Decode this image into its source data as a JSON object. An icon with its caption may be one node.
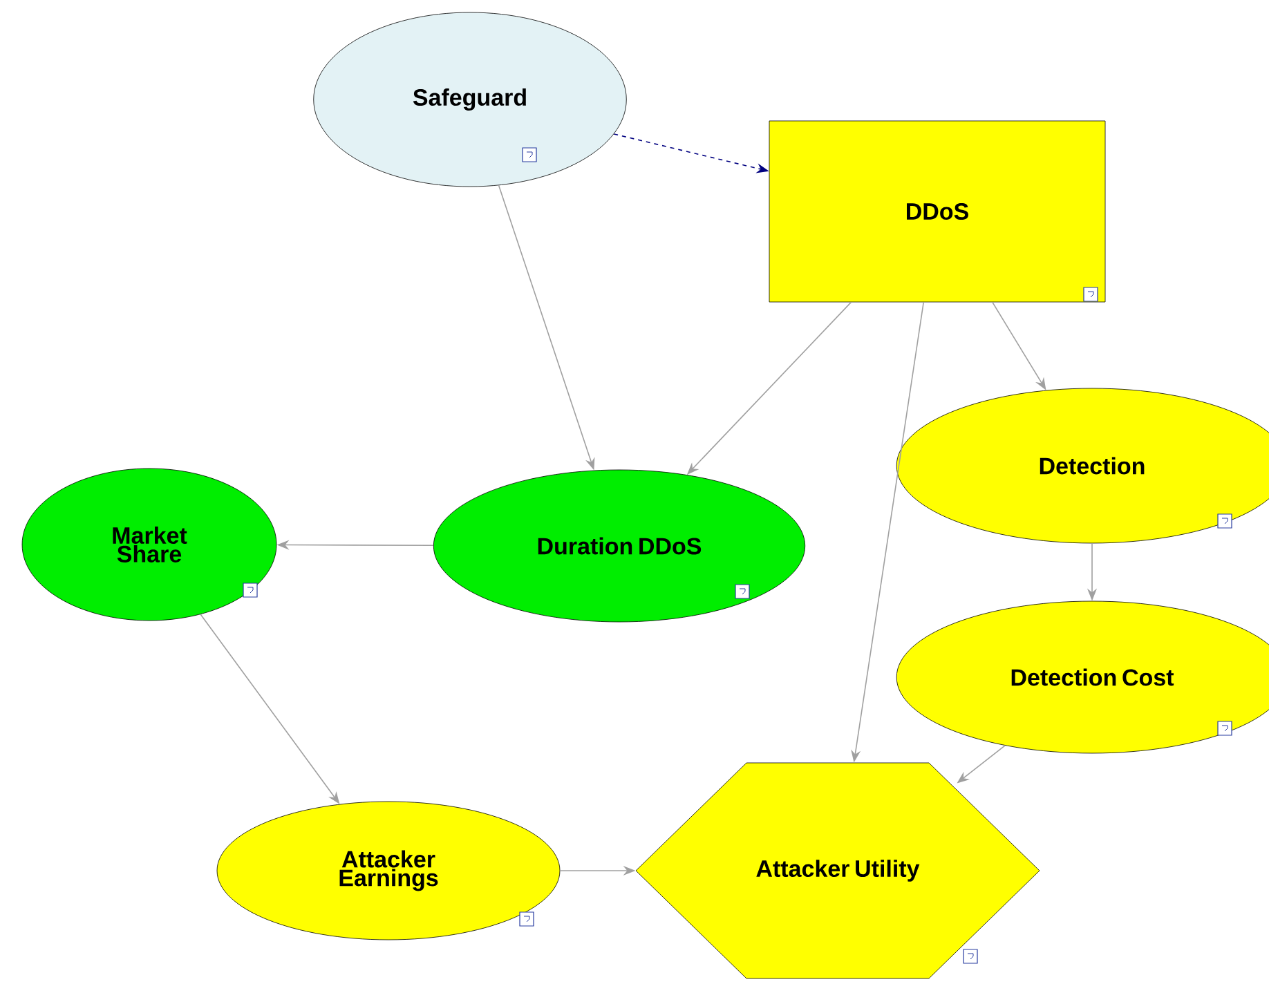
{
  "diagram": {
    "nodes": [
      {
        "text": [
          "Safeguard"
        ]
      },
      {
        "text": [
          "DDoS"
        ]
      },
      {
        "text": [
          "Market Share"
        ]
      },
      {
        "text": [
          "Duration DDoS"
        ]
      },
      {
        "text": [
          "Detection"
        ]
      },
      {
        "text": [
          "Detection Cost"
        ]
      },
      {
        "text": [
          "Attacker Earnings"
        ]
      },
      {
        "text": [
          "Attacker Utility"
        ]
      }
    ],
    "edges": [
      {
        "from": 0,
        "to": 1,
        "arrow": "to",
        "style": "dashed",
        "color": "#000080"
      },
      {
        "from": 0,
        "to": 3,
        "arrow": "to"
      },
      {
        "from": 1,
        "to": 3,
        "arrow": "to"
      },
      {
        "from": 1,
        "to": 4,
        "arrow": "to"
      },
      {
        "from": 1,
        "to": 7,
        "arrow": "to"
      },
      {
        "from": 4,
        "to": 5,
        "arrow": "to"
      },
      {
        "from": 5,
        "to": 7,
        "arrow": "to"
      },
      {
        "from": 3,
        "to": 2,
        "arrow": "to"
      },
      {
        "from": 2,
        "to": 6,
        "arrow": "to"
      },
      {
        "from": 6,
        "to": 7,
        "arrow": "to"
      }
    ]
  }
}
